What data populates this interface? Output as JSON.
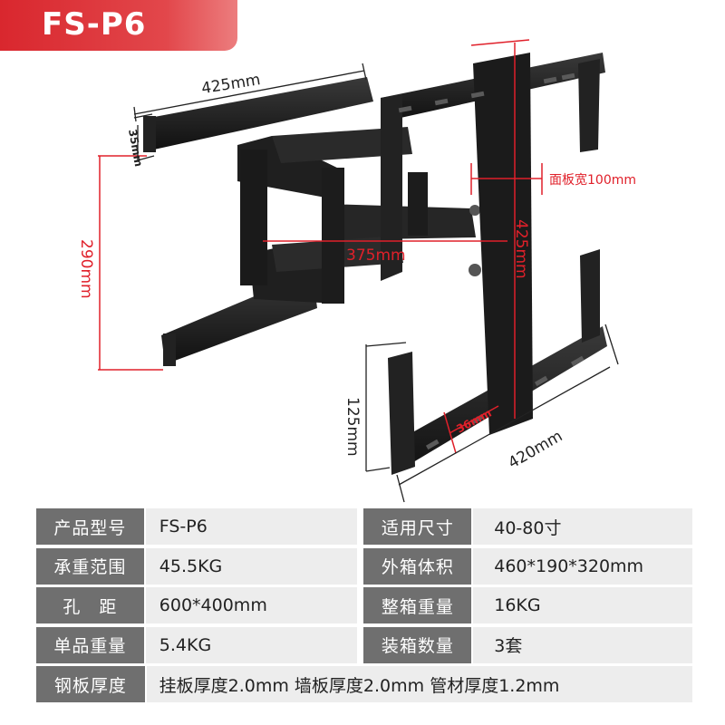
{
  "title": "FS-P6",
  "colors": {
    "brand_red": "#d9272e",
    "dimension_red": "#e0202a",
    "label_gray": "#6f6f6f",
    "value_gray": "#ededed"
  },
  "dimensions": {
    "wall_plate_width": "425mm",
    "wall_plate_depth": "35mm",
    "wall_plate_height": "290mm",
    "arm_extension": "375mm",
    "vertical_span": "425mm",
    "panel_width": "面板宽100mm",
    "rail_height": "125mm",
    "rail_width": "420mm",
    "rail_gap": "36mm"
  },
  "specs": [
    {
      "label": "产品型号",
      "value": "FS-P6",
      "label2": "适用尺寸",
      "value2": "40-80寸"
    },
    {
      "label": "承重范围",
      "value": "45.5KG",
      "label2": "外箱体积",
      "value2": "460*190*320mm"
    },
    {
      "label": "孔　距",
      "value": "600*400mm",
      "label2": "整箱重量",
      "value2": "16KG"
    },
    {
      "label": "单品重量",
      "value": "5.4KG",
      "label2": "装箱数量",
      "value2": "3套"
    }
  ],
  "thickness": {
    "label": "钢板厚度",
    "value": "挂板厚度2.0mm 墙板厚度2.0mm 管材厚度1.2mm"
  }
}
